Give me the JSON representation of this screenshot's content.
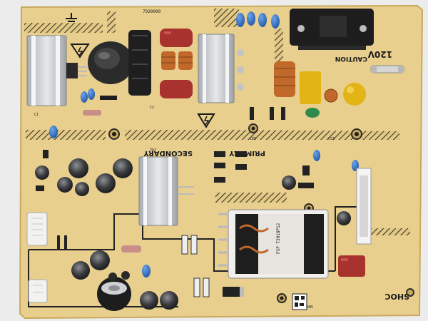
{
  "board": {
    "label_120v": "120V",
    "label_caution": "CAUTION",
    "label_secondary": "SECONDARY",
    "label_primary": "PRIMARY",
    "label_shock": "SHOC"
  },
  "colors": {
    "background": "#ececec",
    "pcb": "#e8cf8e",
    "pcb_edge": "#d9bb6e",
    "hatch": "#3a3426",
    "heatsink": "#c9ccd0",
    "capacitor_blue": "#2f6fc2",
    "electrolytic": "#2a2a2a",
    "film_red": "#a8322e",
    "transformer_black": "#1e1e1e",
    "copper": "#c0692a",
    "yellow_cap": "#e3b416",
    "connector_white": "#f2f2f0"
  },
  "icons": [
    "high-voltage-warning-icon",
    "ground-symbol-icon"
  ]
}
